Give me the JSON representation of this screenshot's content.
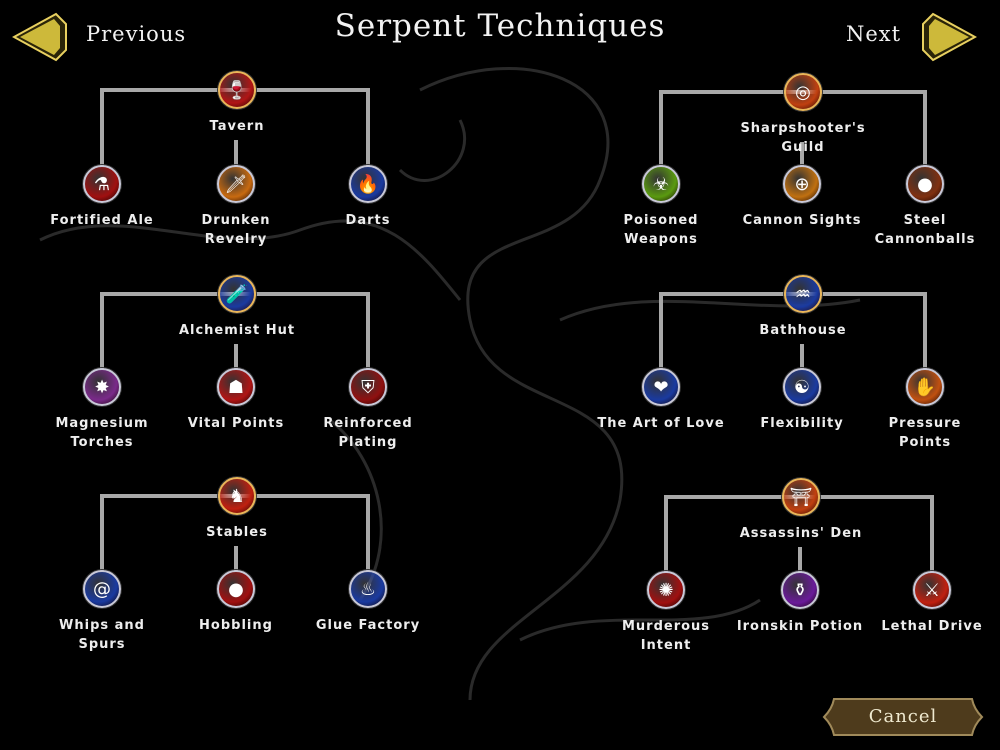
{
  "header": {
    "title": "Serpent Techniques",
    "previous_label": "Previous",
    "next_label": "Next"
  },
  "footer": {
    "cancel_label": "Cancel"
  },
  "colors": {
    "line": "#a8a8a8",
    "button_fill": "#4e3b1c",
    "button_border": "#a08a5a",
    "arrow_gold": "#d9c040"
  },
  "groups": [
    {
      "parent": {
        "label": "Tavern",
        "icon": "goblet-icon",
        "color": "#b01515",
        "glyph": "🍷"
      },
      "children": [
        {
          "label": "Fortified Ale",
          "icon": "potion-icon",
          "color": "#a01010",
          "glyph": "⚗"
        },
        {
          "label": "Drunken Revelry",
          "icon": "sword-icon",
          "color": "#c86a10",
          "glyph": "🗡"
        },
        {
          "label": "Darts",
          "icon": "flame-dart-icon",
          "color": "#1a3aa0",
          "glyph": "🔥"
        }
      ]
    },
    {
      "parent": {
        "label": "Alchemist Hut",
        "icon": "flask-icon",
        "color": "#1a3aa0",
        "glyph": "🧪"
      },
      "children": [
        {
          "label": "Magnesium Torches",
          "icon": "flash-icon",
          "color": "#7a2a8a",
          "glyph": "✸"
        },
        {
          "label": "Vital Points",
          "icon": "body-icon",
          "color": "#b01515",
          "glyph": "☗"
        },
        {
          "label": "Reinforced Plating",
          "icon": "armor-icon",
          "color": "#901010",
          "glyph": "⛨"
        }
      ]
    },
    {
      "parent": {
        "label": "Stables",
        "icon": "horse-icon",
        "color": "#c02010",
        "glyph": "♞"
      },
      "children": [
        {
          "label": "Whips and Spurs",
          "icon": "whip-icon",
          "color": "#1a3aa0",
          "glyph": "@"
        },
        {
          "label": "Hobbling",
          "icon": "ball-chain-icon",
          "color": "#a01010",
          "glyph": "●"
        },
        {
          "label": "Glue Factory",
          "icon": "factory-icon",
          "color": "#1a3aa0",
          "glyph": "♨"
        }
      ]
    },
    {
      "parent": {
        "label": "Sharpshooter's Guild",
        "icon": "target-board-icon",
        "color": "#c04010",
        "glyph": "◎"
      },
      "children": [
        {
          "label": "Poisoned Weapons",
          "icon": "poison-icon",
          "color": "#5a9a10",
          "glyph": "☣"
        },
        {
          "label": "Cannon Sights",
          "icon": "crosshair-icon",
          "color": "#c07010",
          "glyph": "⊕"
        },
        {
          "label": "Steel Cannonballs",
          "icon": "cannonball-icon",
          "color": "#803010",
          "glyph": "●"
        }
      ]
    },
    {
      "parent": {
        "label": "Bathhouse",
        "icon": "bather-icon",
        "color": "#1a3aa0",
        "glyph": "♒"
      },
      "children": [
        {
          "label": "The Art of Love",
          "icon": "hearts-icon",
          "color": "#1a3aa0",
          "glyph": "❤"
        },
        {
          "label": "Flexibility",
          "icon": "contortion-icon",
          "color": "#1a3aa0",
          "glyph": "☯"
        },
        {
          "label": "Pressure Points",
          "icon": "hand-icon",
          "color": "#c05010",
          "glyph": "✋"
        }
      ]
    },
    {
      "parent": {
        "label": "Assassins' Den",
        "icon": "temple-icon",
        "color": "#c04010",
        "glyph": "⛩"
      },
      "children": [
        {
          "label": "Murderous Intent",
          "icon": "blood-icon",
          "color": "#a01010",
          "glyph": "✺"
        },
        {
          "label": "Ironskin Potion",
          "icon": "vial-icon",
          "color": "#6a1a9a",
          "glyph": "⚱"
        },
        {
          "label": "Lethal Drive",
          "icon": "warrior-icon",
          "color": "#c02010",
          "glyph": "⚔"
        }
      ]
    }
  ]
}
